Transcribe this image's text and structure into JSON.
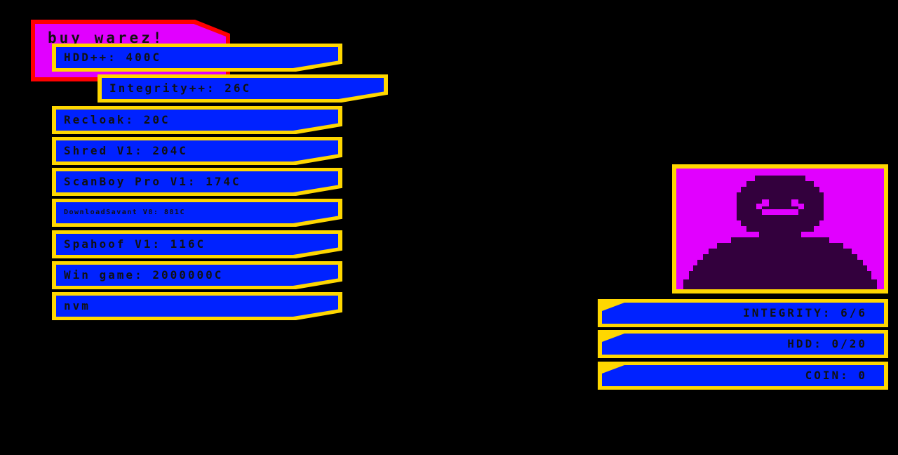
{
  "shop": {
    "title": "buy warez!",
    "items": [
      "HDD++: 400C",
      "Integrity++: 26C",
      "Recloak: 20C",
      "Shred V1: 204C",
      "ScanBoy Pro V1: 174C",
      "DownloadSavant V8: 881C",
      "Spahoof V1: 116C",
      "Win game: 2000000C",
      "nvm"
    ]
  },
  "player": {
    "portrait_icon": "smiling-hacker-avatar",
    "stats": {
      "integrity": "INTEGRITY: 6/6",
      "hdd": "HDD: 0/20",
      "coin": "COIN: 0"
    }
  },
  "colors": {
    "background": "#000000",
    "button_fill": "#0022ff",
    "button_border": "#ffd700",
    "title_fill": "#e100ff",
    "title_border": "#ff0000",
    "portrait_silhouette": "#33003d"
  }
}
